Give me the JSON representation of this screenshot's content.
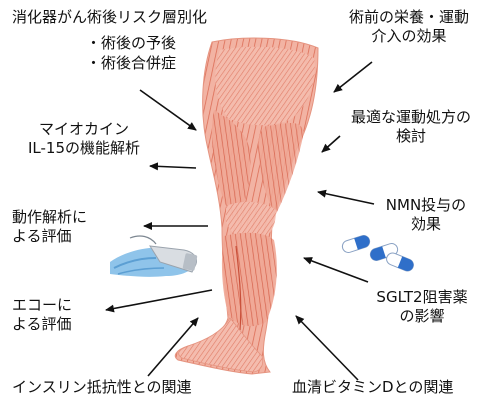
{
  "labels": {
    "top_left_title": "消化器がん術後リスク層別化",
    "top_left_item1": "・術後の予後",
    "top_left_item2": "・術後合併症",
    "top_right_l1": "術前の栄養・運動",
    "top_right_l2": "介入の効果",
    "myokine_l1": "マイオカイン",
    "myokine_l2": "IL-15の機能解析",
    "exercise_l1": "最適な運動処方の",
    "exercise_l2": "検討",
    "motion_l1": "動作解析に",
    "motion_l2": "よる評価",
    "nmn_l1": "NMN投与の",
    "nmn_l2": "効果",
    "echo_l1": "エコーに",
    "echo_l2": "よる評価",
    "sglt2_l1": "SGLT2阻害薬",
    "sglt2_l2": "の影響",
    "insulin": "インスリン抵抗性との関連",
    "vitd": "血清ビタミンDとの関連"
  },
  "icons": {
    "leg": "leg-muscle-anatomy",
    "probe": "ultrasound-probe-in-gloved-hand",
    "pills": "capsule-pills"
  },
  "colors": {
    "muscle": "#ee9a86",
    "muscle_dark": "#d9664f",
    "capsule_blue": "#2f6fc9",
    "glove": "#8fc4ea",
    "probe": "#d9dde2",
    "arrow": "#111111"
  }
}
